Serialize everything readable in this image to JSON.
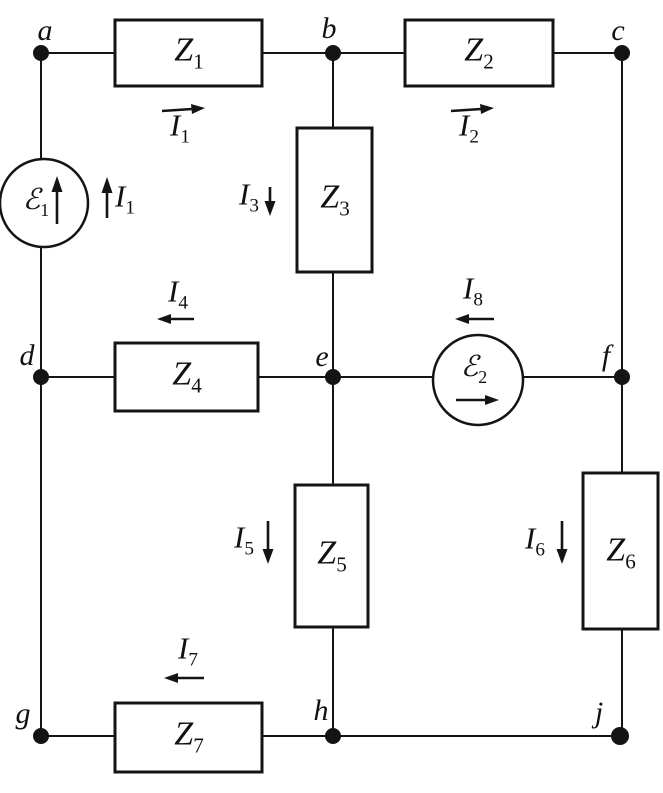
{
  "diagram": "impedance-network-circuit",
  "colors": {
    "line": "#141414",
    "background": "#ffffff"
  },
  "nodes": {
    "a": "a",
    "b": "b",
    "c": "c",
    "d": "d",
    "e": "e",
    "f": "f",
    "g": "g",
    "h": "h",
    "j": "j"
  },
  "impedances": {
    "z1": {
      "main": "Z",
      "sub": "1"
    },
    "z2": {
      "main": "Z",
      "sub": "2"
    },
    "z3": {
      "main": "Z",
      "sub": "3"
    },
    "z4": {
      "main": "Z",
      "sub": "4"
    },
    "z5": {
      "main": "Z",
      "sub": "5"
    },
    "z6": {
      "main": "Z",
      "sub": "6"
    },
    "z7": {
      "main": "Z",
      "sub": "7"
    }
  },
  "sources": {
    "e1": {
      "main": "ℰ",
      "sub": "1",
      "arrow": "up"
    },
    "e2": {
      "main": "ℰ",
      "sub": "2",
      "arrow": "right"
    }
  },
  "currents": {
    "i1_top": {
      "main": "I",
      "sub": "1",
      "arrow": "right"
    },
    "i1_src": {
      "main": "I",
      "sub": "1",
      "arrow": "up"
    },
    "i2": {
      "main": "I",
      "sub": "2",
      "arrow": "right"
    },
    "i3": {
      "main": "I",
      "sub": "3",
      "arrow": "down"
    },
    "i4": {
      "main": "I",
      "sub": "4",
      "arrow": "left"
    },
    "i5": {
      "main": "I",
      "sub": "5",
      "arrow": "down"
    },
    "i6": {
      "main": "I",
      "sub": "6",
      "arrow": "down"
    },
    "i7": {
      "main": "I",
      "sub": "7",
      "arrow": "left"
    },
    "i8": {
      "main": "I",
      "sub": "8",
      "arrow": "left"
    }
  }
}
